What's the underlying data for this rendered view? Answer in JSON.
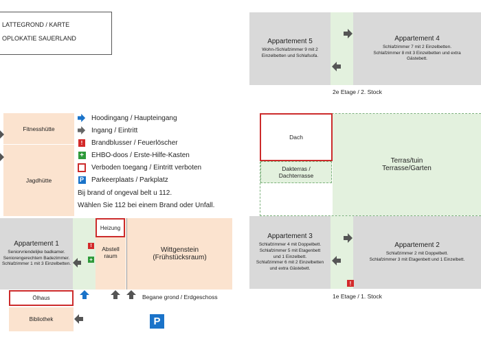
{
  "title_box": {
    "line1": "LATTEGROND / KARTE",
    "line2": "OPLOKATIE SAUERLAND"
  },
  "upper_floor": {
    "label": "2e Etage / 2. Stock",
    "apt5": {
      "name": "Appartement 5",
      "desc": "Wohn-/Schlafzimmer 9 mit 2 Einzelbetten und Schlafsofa."
    },
    "apt4": {
      "name": "Appartement 4",
      "desc1": "Schlafzimmer 7 mit 2 Einzelbetten.",
      "desc2": "Schlafzimmer 8 mit 3 Einzelbetten und extra Gästebett."
    }
  },
  "first_floor": {
    "label": "1e Etage / 1. Stock",
    "dach": "Dach",
    "dakterras": {
      "line1": "Dakterras /",
      "line2": "Dachterrasse"
    },
    "terras": {
      "line1": "Terras/tuin",
      "line2": "Terrasse/Garten"
    },
    "apt3": {
      "name": "Appartement 3",
      "desc1": "Schlafzimmer 4 mit Doppelbett.",
      "desc2": "Schlafzimmer 5 mit Etagenbett und 1 Einzelbett.",
      "desc3": "Schlafzimmer 6 mit 2 Einzelbetten und extra Gästebett."
    },
    "apt2": {
      "name": "Appartement 2",
      "desc1": "Schlafzimmer 2 mit Doppelbett.",
      "desc2": "Schlafzimmer 3 mit Etagenbett und 1 Einzelbett."
    }
  },
  "ground_floor": {
    "label": "Begane grond / Erdgeschoss",
    "fitness": "Fitnesshütte",
    "jagd": "Jagdhütte",
    "apt1": {
      "name": "Appartement 1",
      "desc1": "Seniorvriendelijke badkamer.",
      "desc2": "Seniorengerechtem Badezimmer.",
      "desc3": "Schlafzimmer 1 mit 3 Einzelbetten."
    },
    "heizung": "Heizung",
    "abstell": {
      "line1": "Abstell",
      "line2": "raum"
    },
    "wittgenstein": {
      "line1": "Wittgenstein",
      "line2": "(Frühstücksraum)"
    },
    "olhaus": "Ölhaus",
    "bibliothek": "Bibliothek"
  },
  "legend": {
    "items": [
      {
        "label": "Hoodingang / Haupteingang",
        "icon": "blue-arrow-icon",
        "color": "#1a73c9"
      },
      {
        "label": "Ingang / Eintritt",
        "icon": "gray-arrow-icon",
        "color": "#666666"
      },
      {
        "label": "Brandblusser / Feuerlöscher",
        "icon": "fire-extinguisher-icon",
        "color": "#d32a2a"
      },
      {
        "label": "EHBO-doos / Erste-Hilfe-Kasten",
        "icon": "first-aid-icon",
        "color": "#2e9a3a"
      },
      {
        "label": "Verboden toegang / Eintritt verboten",
        "icon": "no-entry-icon",
        "color": "#cc2a2a"
      },
      {
        "label": "Parkeerplaats / Parkplatz",
        "icon": "parking-icon",
        "color": "#1a73c9"
      }
    ],
    "note1": "Bij brand of ongeval belt u 112.",
    "note2": "Wählen Sie 112 bei einem Brand oder Unfall."
  },
  "parking_symbol": "P"
}
